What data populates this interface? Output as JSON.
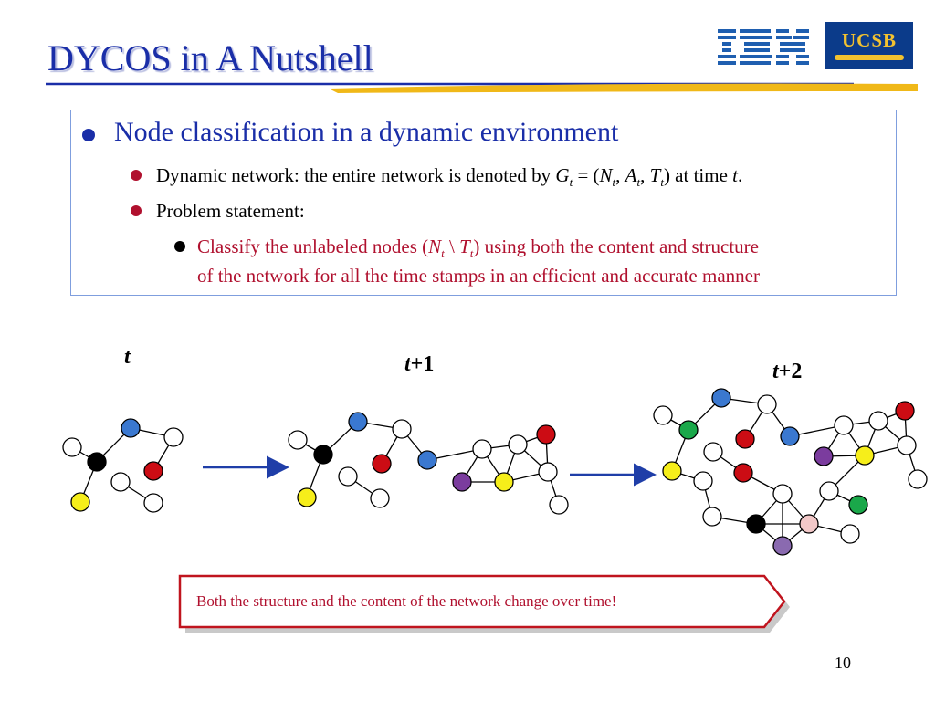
{
  "slide": {
    "title": "DYCOS in A Nutshell",
    "page_number": "10"
  },
  "logos": {
    "ibm": "IBM",
    "ucsb": "UCSB"
  },
  "bullets": {
    "l1": "Node classification in a dynamic environment",
    "l2_prefix": "Dynamic network: the entire network is denoted by ",
    "l2_G": "G",
    "l2_sub1": "t",
    "l2_eq": " = (",
    "l2_N": "N",
    "l2_sub2": "t",
    "l2_c1": ", ",
    "l2_A": "A",
    "l2_sub3": "t",
    "l2_c2": ", ",
    "l2_T": "T",
    "l2_sub4": "t",
    "l2_close": ") at time ",
    "l2_t": "t",
    "l2_dot": ".",
    "l3": "Problem statement:",
    "l4_prefix": "Classify the unlabeled nodes (",
    "l4_N": "N",
    "l4_sub1": "t",
    "l4_bs": " \\ ",
    "l4_T": "T",
    "l4_sub2": "t",
    "l4_suffix": ") using both the content and structure",
    "l5": "of the network for all the time stamps in an efficient and accurate manner"
  },
  "time_labels": {
    "t0_var": "t",
    "t1_var": "t",
    "t1_suffix": "+1",
    "t2_var": "t",
    "t2_suffix": "+2"
  },
  "callout": "Both the structure and the content of the network change over time!",
  "colors": {
    "title": "#1a2ea8",
    "accent_red": "#b0102e",
    "rule_gold": "#f0b818",
    "arrow": "#1f3ea8",
    "node_blue": "#3a78d0",
    "node_red": "#cc0c14",
    "node_black": "#000000",
    "node_yellow": "#f6ee1a",
    "node_purple": "#7b3c9e",
    "node_green": "#1aa84a",
    "node_pink": "#f2c8c8",
    "node_lavender": "#8a6ab0",
    "node_white": "#ffffff"
  }
}
